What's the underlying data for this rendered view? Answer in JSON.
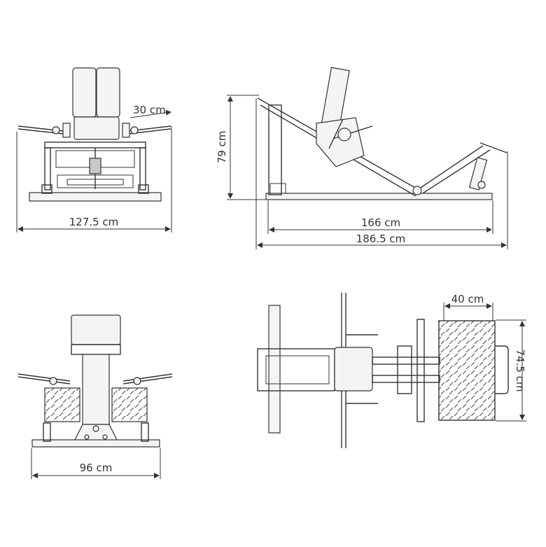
{
  "dimensions": {
    "front_top_angle": "30 cm",
    "front_width": "127.5 cm",
    "side_height": "79 cm",
    "side_base_length": "166 cm",
    "side_total_length": "186.5 cm",
    "back_width": "96 cm",
    "top_platform_depth": "40 cm",
    "top_platform_width": "74.5 cm"
  },
  "colors": {
    "line": "#333333",
    "background": "#ffffff",
    "fill": "#f4f4f4",
    "dark": "#c9c9c9"
  }
}
